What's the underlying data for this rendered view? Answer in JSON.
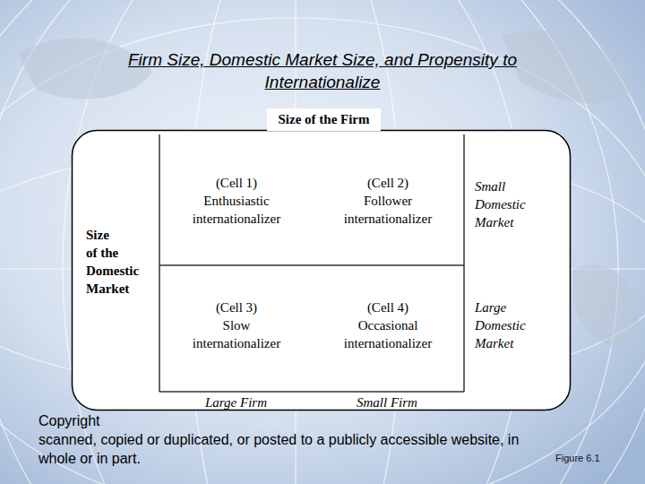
{
  "diagram": {
    "title": "Firm Size, Domestic Market Size, and Propensity to Internationalize",
    "caption": "Figure 6.1",
    "nodes": [
      {
        "text": [
          "Size of the Firm"
        ]
      },
      {
        "text": [
          "(Cell 1)",
          "Enthusiastic internationalizer"
        ]
      },
      {
        "text": [
          "(Cell 2)",
          "Follower internationalizer"
        ]
      },
      {
        "text": [
          "(Cell 3)",
          "Slow internationalizer"
        ]
      },
      {
        "text": [
          "(Cell 4)",
          "Occasional internationalizer"
        ]
      }
    ],
    "labels": [
      "Size of the Domestic Market",
      "Small Domestic Market",
      "Large Domestic Market",
      "Large Firm",
      "Small Firm",
      "Copyright",
      "scanned, copied or duplicated, or posted to a publicly accessible website, in whole or in part."
    ]
  }
}
